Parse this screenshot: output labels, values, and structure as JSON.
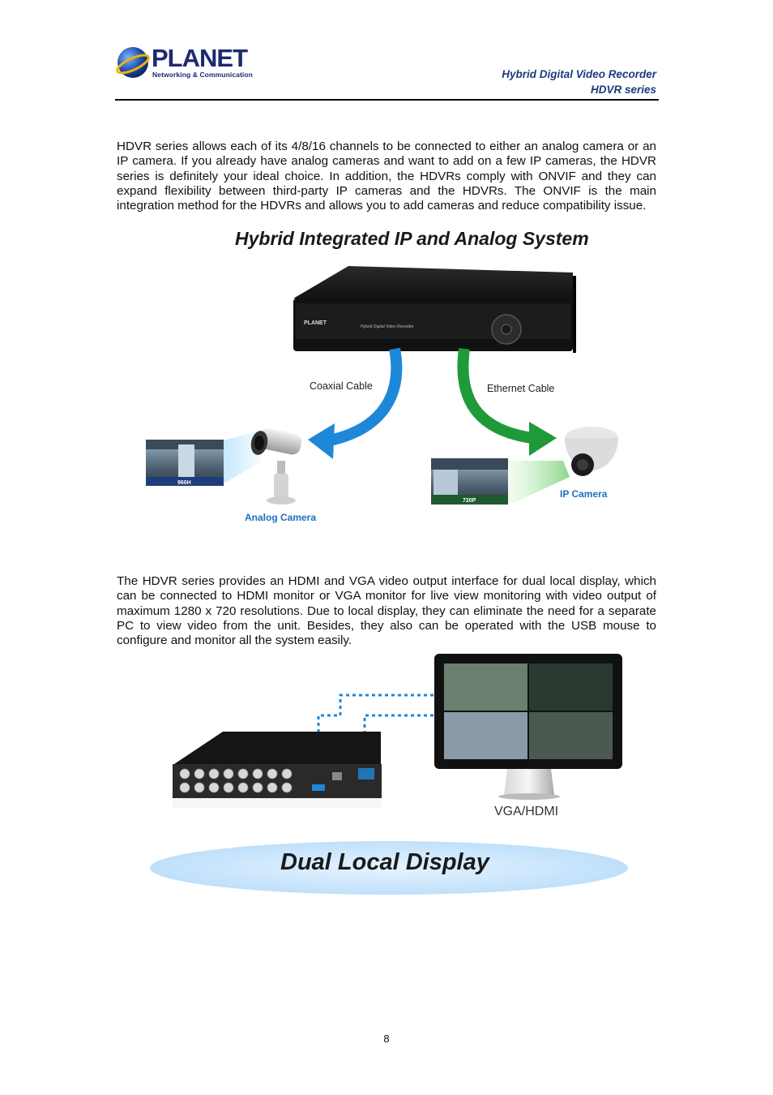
{
  "header": {
    "logo_text": "PLANET",
    "logo_subtext": "Networking & Communication",
    "title_line1": "Hybrid Digital Video Recorder",
    "title_line2": "HDVR series"
  },
  "body": {
    "paragraph1": "HDVR series allows each of its 4/8/16 channels to be connected to either an analog camera or an IP camera. If you already have analog cameras and want to add on a few IP cameras, the HDVR series is definitely your ideal choice. In addition, the HDVRs comply with ONVIF and they can expand flexibility between third-party IP cameras and the HDVRs. The ONVIF is the main integration method for the HDVRs and allows you to add cameras and reduce compatibility issue.",
    "paragraph2": "The HDVR series provides an HDMI and VGA video output interface for dual local display, which can be connected to HDMI monitor or VGA monitor for live view monitoring with video output of maximum 1280 x 720 resolutions. Due to local display, they can eliminate the need for a separate PC to view video from the unit. Besides, they also can be operated with the USB mouse to configure and monitor all the system easily."
  },
  "figure1": {
    "title": "Hybrid Integrated IP and Analog System",
    "device_brand": "PLANET",
    "device_label": "Hybrid Digital Video Recorder",
    "coaxial_label": "Coaxial Cable",
    "ethernet_label": "Ethernet Cable",
    "analog_camera_label": "Analog Camera",
    "ip_camera_label": "IP Camera",
    "analog_resolution": "960H",
    "ip_resolution": "720P",
    "colors": {
      "title": "#1a1a1a",
      "coax_arrow": "#1e88d8",
      "eth_arrow": "#1e9a3a",
      "camera_label": "#1e6fc0"
    }
  },
  "figure2": {
    "monitor_label": "VGA/HDMI",
    "title": "Dual Local Display",
    "colors": {
      "dotted_line": "#1e88d8",
      "banner": "#cfe8fb"
    }
  },
  "footer": {
    "page_number": "8"
  }
}
